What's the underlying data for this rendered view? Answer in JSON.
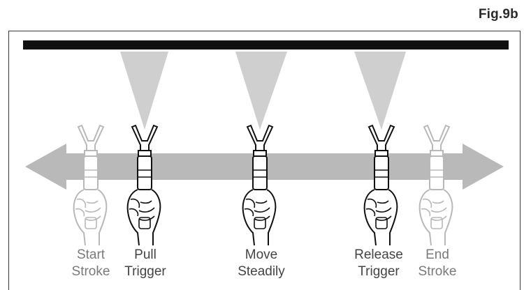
{
  "figure_label": "Fig.9b",
  "steps": [
    {
      "line1": "Start",
      "line2": "Stroke",
      "faded": true
    },
    {
      "line1": "Pull",
      "line2": "Trigger",
      "faded": false
    },
    {
      "line1": "Move",
      "line2": "Steadily",
      "faded": false
    },
    {
      "line1": "Release",
      "line2": "Trigger",
      "faded": false
    },
    {
      "line1": "End",
      "line2": "Stroke",
      "faded": true
    }
  ]
}
